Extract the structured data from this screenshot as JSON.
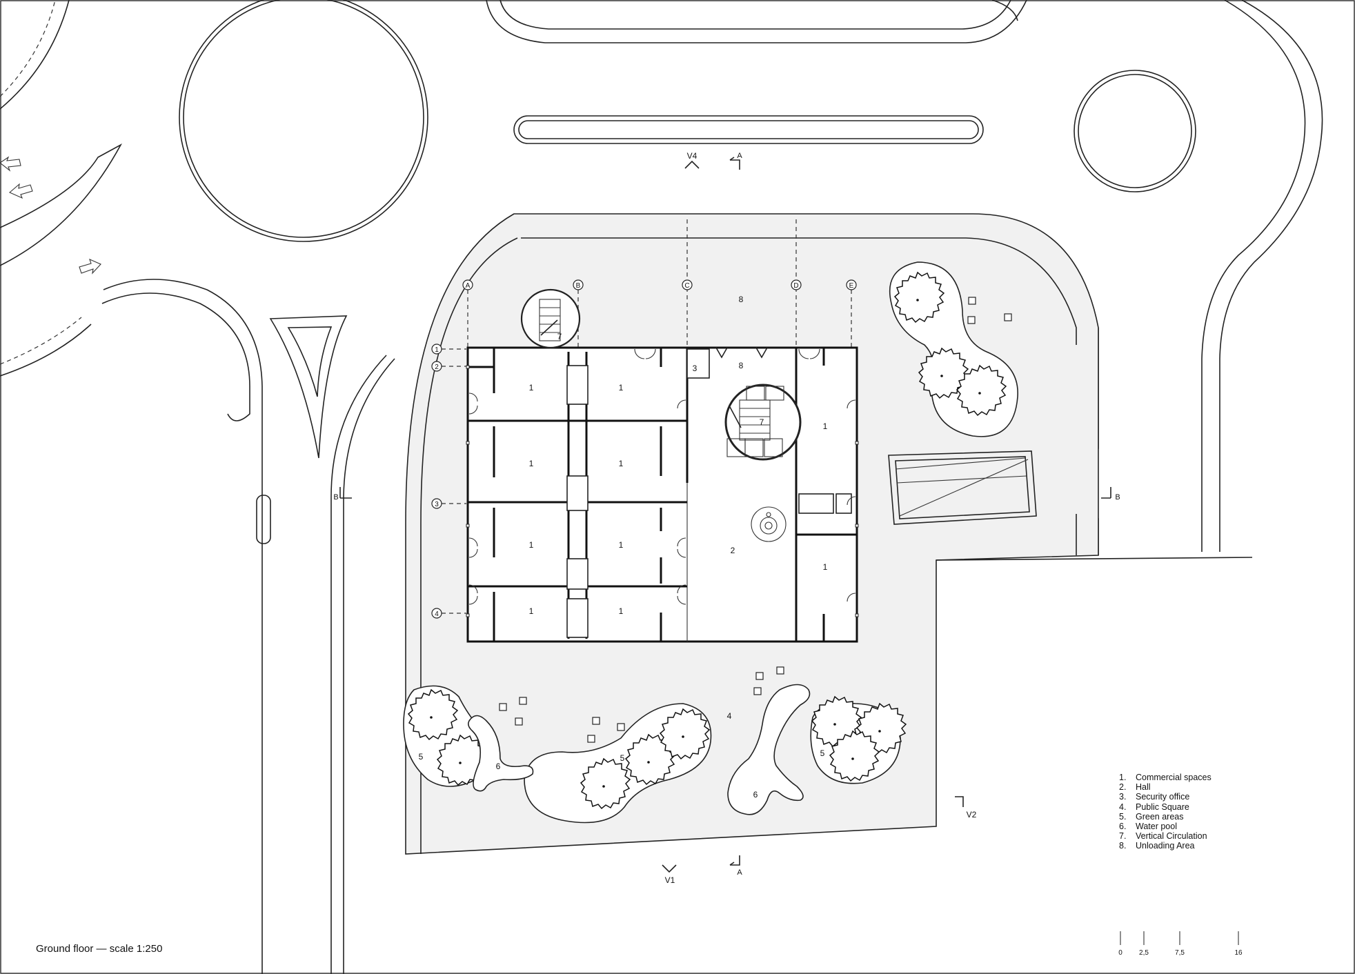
{
  "caption": "Ground floor — scale 1:250",
  "legend": [
    {
      "num": "1.",
      "label": "Commercial spaces"
    },
    {
      "num": "2.",
      "label": "Hall"
    },
    {
      "num": "3.",
      "label": "Security office"
    },
    {
      "num": "4.",
      "label": "Public Square"
    },
    {
      "num": "5.",
      "label": "Green areas"
    },
    {
      "num": "6.",
      "label": "Water pool"
    },
    {
      "num": "7.",
      "label": "Vertical Circulation"
    },
    {
      "num": "8.",
      "label": "Unloading Area"
    }
  ],
  "grid_axes": {
    "columns": [
      "A",
      "B",
      "C",
      "D",
      "E"
    ],
    "rows": [
      "1",
      "2",
      "3",
      "4"
    ]
  },
  "section_marks": {
    "a": "A",
    "b": "B",
    "v1": "V1",
    "v2": "V2",
    "v4": "V4"
  },
  "room_labels": {
    "commercial": "1",
    "hall": "2",
    "security": "3",
    "square": "4",
    "green": "5",
    "pool": "6",
    "circulation": "7",
    "unloading": "8"
  },
  "scale_bar": [
    "0",
    "2,5",
    "7,5",
    "16"
  ]
}
